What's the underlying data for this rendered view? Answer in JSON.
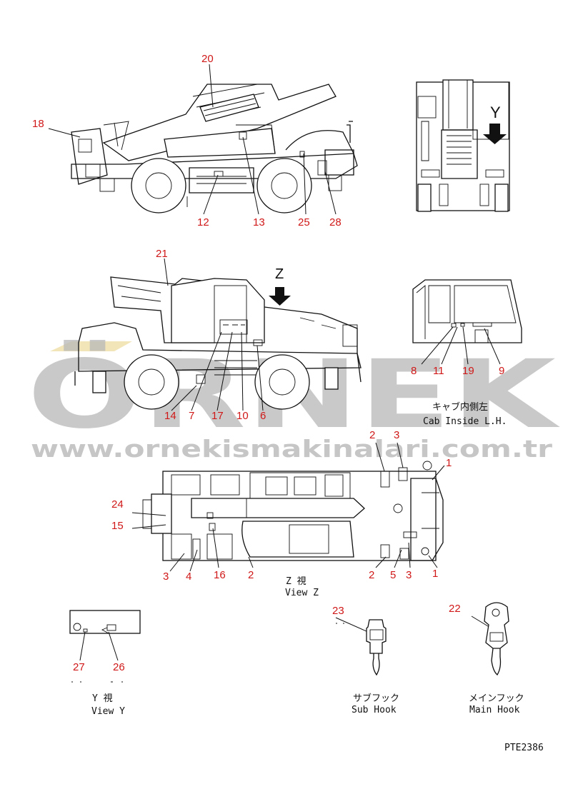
{
  "watermark": {
    "brand": "ÖRNEK",
    "url": "www.ornekismakinalari.com.tr",
    "brand_color": "#b8b8b8",
    "accent_color": "#f2e5b8"
  },
  "callouts": {
    "n18": "18",
    "n20": "20",
    "n12": "12",
    "n13": "13",
    "n25": "25",
    "n28": "28",
    "n21": "21",
    "z_mark": "Z",
    "n14": "14",
    "n7": "7",
    "n17": "17",
    "n10": "10",
    "n6": "6",
    "y_mark": "Y",
    "n8": "8",
    "n11": "11",
    "n19": "19",
    "n9": "9",
    "top_2a": "2",
    "top_3a": "3",
    "n1a": "1",
    "n24": "24",
    "n15": "15",
    "bot_3a": "3",
    "n4": "4",
    "n16": "16",
    "bot_2a": "2",
    "bot_2b": "2",
    "n5": "5",
    "bot_3b": "3",
    "n1b": "1",
    "n23": "23",
    "n22": "22",
    "n27": "27",
    "n26": "26"
  },
  "captions": {
    "cab_jp": "キャブ内側左",
    "cab_en": "Cab Inside L.H.",
    "viewz_jp": "Z 視",
    "viewz_en": "View Z",
    "viewy_jp": "Y 視",
    "viewy_en": "View Y",
    "subhook_jp": "サブフック",
    "subhook_en": "Sub Hook",
    "mainhook_jp": "メインフック",
    "mainhook_en": "Main Hook",
    "drawing_no": "PTE2386"
  },
  "colors": {
    "callout": "#d01818",
    "line": "#111111"
  }
}
